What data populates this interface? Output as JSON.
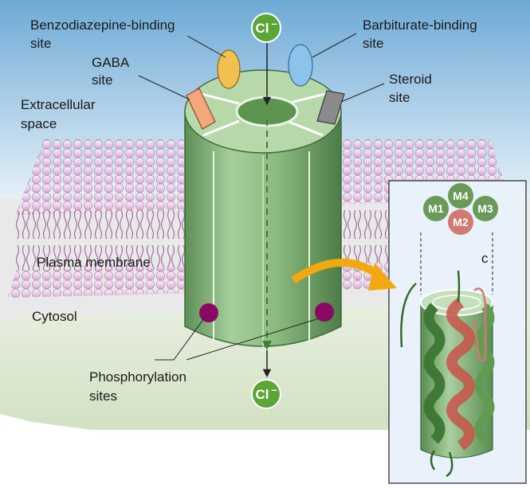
{
  "labels": {
    "benzodiazepine_line1": "Benzodiazepine-binding",
    "benzodiazepine_line2": "site",
    "barbiturate_line1": "Barbiturate-binding",
    "barbiturate_line2": "site",
    "gaba_line1": "GABA",
    "gaba_line2": "site",
    "steroid_line1": "Steroid",
    "steroid_line2": "site",
    "extracellular_line1": "Extracellular",
    "extracellular_line2": "space",
    "plasma_membrane": "Plasma membrane",
    "cytosol": "Cytosol",
    "phosphorylation_line1": "Phosphorylation",
    "phosphorylation_line2": "sites"
  },
  "ions": {
    "top": "Cl",
    "bottom": "Cl",
    "charge": "–"
  },
  "inset": {
    "subunits": [
      "M1",
      "M4",
      "M3",
      "M2"
    ],
    "terminus": "c"
  },
  "colors": {
    "extracellular": "#9cc6e4",
    "cytosol": "#dbe8cf",
    "channel": "#8fba84",
    "ion_badge": "#5ba637",
    "benzodiazepine_site": "#f2c04f",
    "barbiturate_site": "#8cc3ea",
    "gaba_site": "#f4a77c",
    "steroid_site": "#8a8a8a",
    "phosphorylation_site": "#8a0a63",
    "arrow": "#f2a80f",
    "helix_m2": "#d07a72"
  }
}
